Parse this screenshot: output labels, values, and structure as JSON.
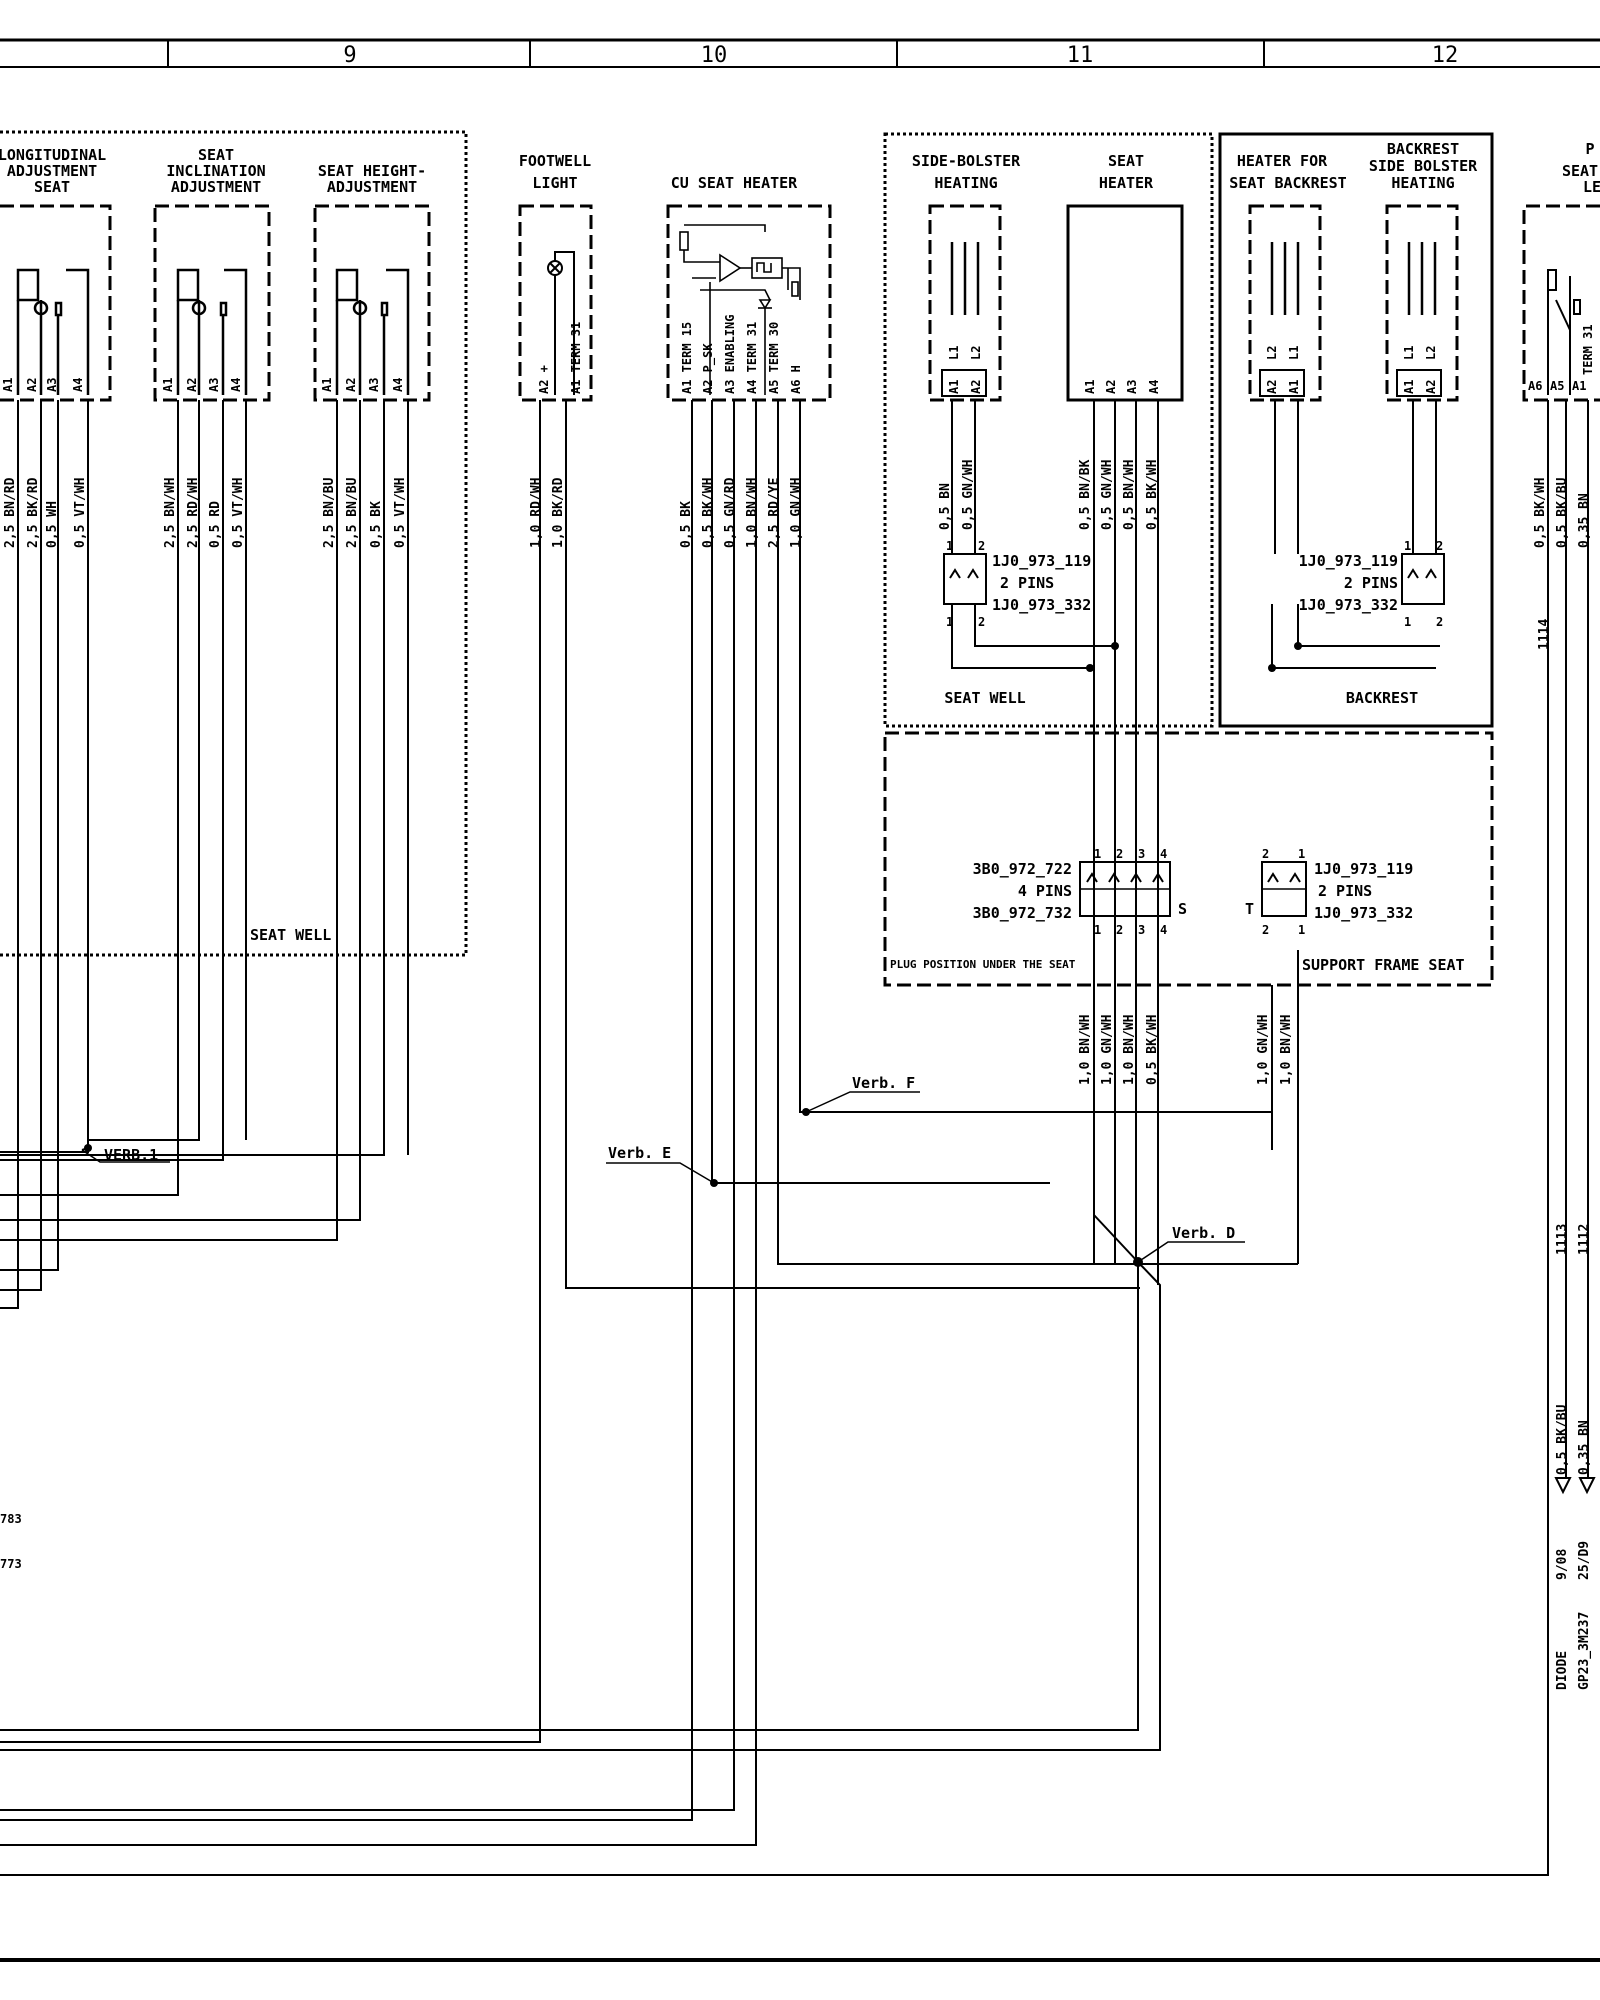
{
  "columns": [
    "9",
    "10",
    "11",
    "12"
  ],
  "components": {
    "longitudinal": [
      "LONGITUDINAL",
      "ADJUSTMENT",
      "SEAT"
    ],
    "inclination": [
      "SEAT",
      "INCLINATION",
      "ADJUSTMENT"
    ],
    "height": [
      "SEAT HEIGHT-",
      "ADJUSTMENT"
    ],
    "footwell": [
      "FOOTWELL",
      "LIGHT"
    ],
    "cu_heater": "CU SEAT HEATER",
    "side_bolster": [
      "SIDE-BOLSTER",
      "HEATING"
    ],
    "seat_heater": [
      "SEAT",
      "HEATER"
    ],
    "backrest_heater": [
      "HEATER FOR",
      "SEAT BACKREST"
    ],
    "backrest_bolster": [
      "BACKREST",
      "SIDE BOLSTER",
      "HEATING"
    ],
    "partial": [
      "P",
      "SEAT",
      "LE"
    ]
  },
  "areas": {
    "seat_well_left": "SEAT WELL",
    "seat_well": "SEAT WELL",
    "backrest": "BACKREST",
    "plug_position": "PLUG POSITION UNDER THE SEAT",
    "support_frame": "SUPPORT FRAME SEAT"
  },
  "pins": {
    "motor": [
      "A1",
      "A2",
      "A3",
      "A4"
    ],
    "footwell": [
      "A2  +",
      "A1  TERM 31"
    ],
    "cu": [
      "A1 TERM 15",
      "A2 P_SK",
      "A3 ENABLING",
      "A4 TERM 31",
      "A5 TERM 30",
      "A6 H"
    ],
    "heater_l": [
      "L1",
      "L2"
    ],
    "heater_a": [
      "A1",
      "A2"
    ],
    "backrest_l": [
      "L2",
      "L1"
    ],
    "backrest_a": [
      "A2",
      "A1"
    ],
    "seat_heater": [
      "A1",
      "A2",
      "A3",
      "A4"
    ],
    "right": [
      "A6",
      "A5",
      "A1",
      "TERM 31"
    ]
  },
  "wires": {
    "longitudinal": [
      "2,5 BN/RD",
      "2,5 BK/RD",
      "0,5 WH",
      "0,5 VT/WH"
    ],
    "inclination": [
      "2,5 BN/WH",
      "2,5 RD/WH",
      "0,5 RD",
      "0,5 VT/WH"
    ],
    "height": [
      "2,5 BN/BU",
      "2,5 BN/BU",
      "0,5 BK",
      "0,5 VT/WH"
    ],
    "footwell": [
      "1,0 RD/WH",
      "1,0 BK/RD"
    ],
    "cu": [
      "0,5 BK",
      "0,5 BK/WH",
      "0,5 GN/RD",
      "1,0 BN/WH",
      "2,5 RD/YE",
      "1,0 GN/WH"
    ],
    "side_bolster": [
      "0,5 BN",
      "0,5 GN/WH"
    ],
    "seat_heater": [
      "0,5 BN/BK",
      "0,5 GN/WH",
      "0,5 BN/WH",
      "0,5 BK/WH"
    ],
    "lower_mid": [
      "1,0 BN/WH",
      "1,0 GN/WH",
      "1,0 BN/WH",
      "0,5 BK/WH"
    ],
    "lower_t": [
      "1,0 GN/WH",
      "1,0 BN/WH"
    ],
    "right": [
      "0,5 BK/WH",
      "0,5 BK/BU",
      "0,35 BN"
    ],
    "right_lower": [
      "0,5 BK/BU",
      "0,35 BN"
    ]
  },
  "connectors": {
    "left": [
      "1J0_973_119",
      "2 PINS",
      "1J0_973_332"
    ],
    "backrest": [
      "1J0_973_119",
      "2 PINS",
      "1J0_973_332"
    ],
    "s": [
      "3B0_972_722",
      "4 PINS",
      "3B0_972_732"
    ],
    "s_letter": "S",
    "t": [
      "1J0_973_119",
      "2 PINS",
      "1J0_973_332"
    ],
    "t_letter": "T",
    "pin_1": "1",
    "pin_2": "2",
    "pin_3": "3",
    "pin_4": "4"
  },
  "splices": {
    "verb1": "VERB.1",
    "verb_d": "Verb. D",
    "verb_e": "Verb. E",
    "verb_f": "Verb. F"
  },
  "right_labels": {
    "w1114": "1114",
    "w1113": "1113",
    "w1112": "1112",
    "diode": [
      "9/08",
      "25/D9"
    ],
    "diode_name": [
      "DIODE",
      "GP23_3M237"
    ]
  },
  "fragments": [
    "783",
    "773"
  ]
}
